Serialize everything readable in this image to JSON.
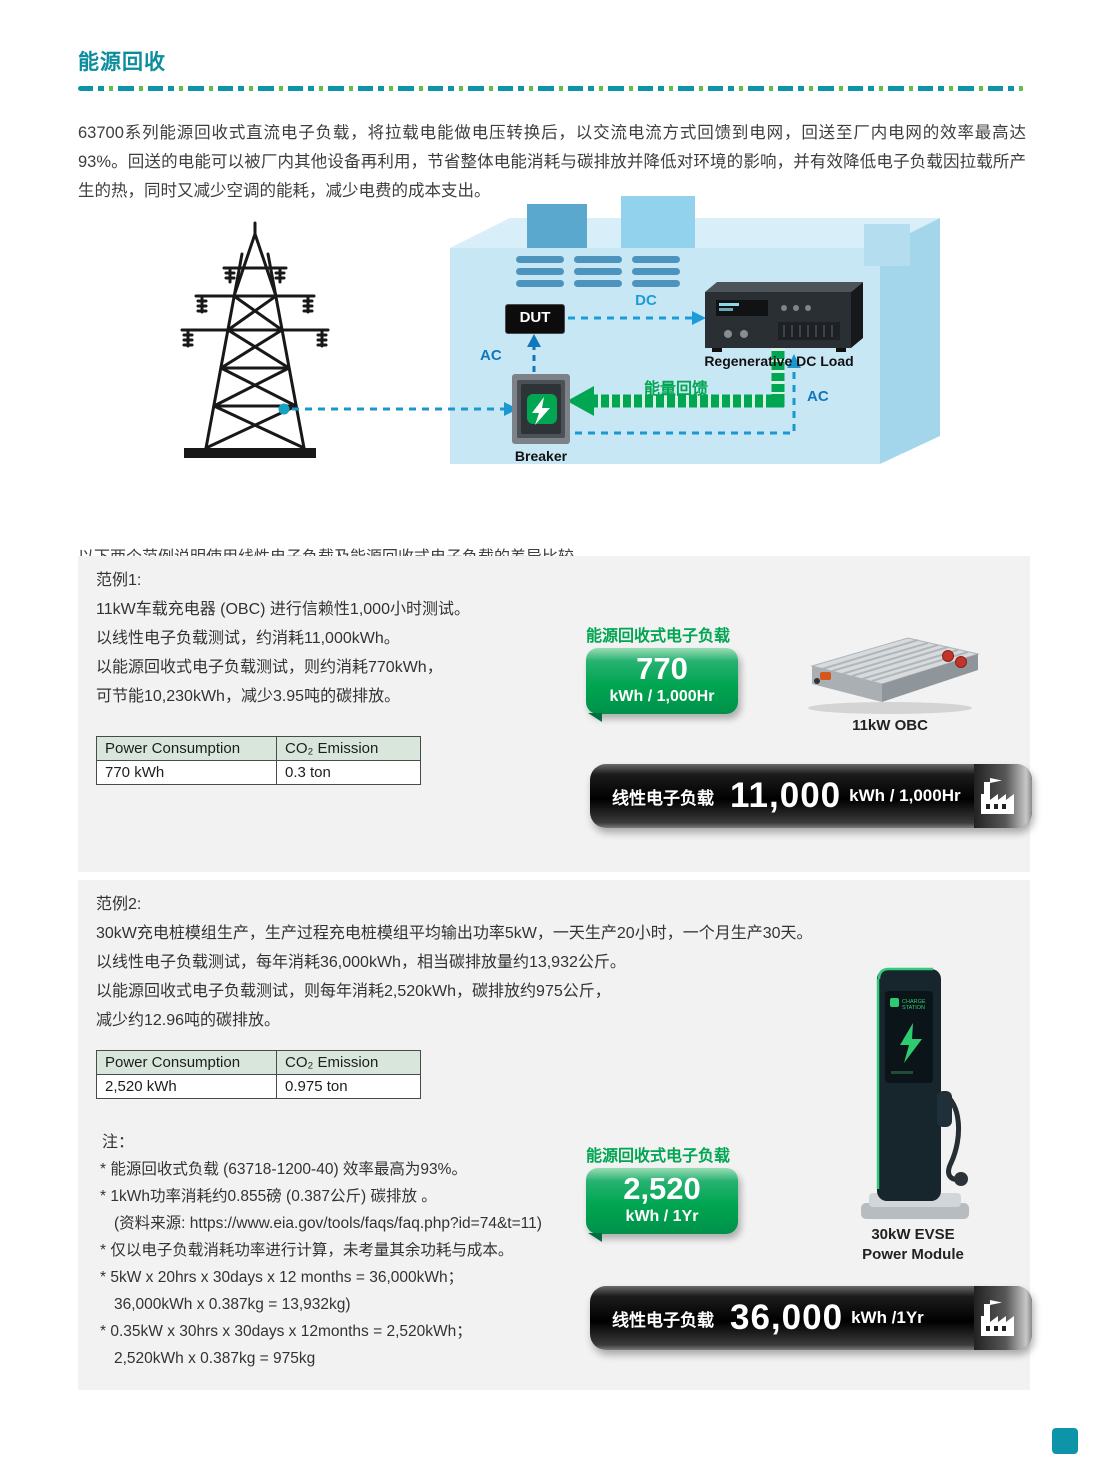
{
  "theme": {
    "accent_teal": "#0d94a8",
    "brand_green": "#00a651",
    "arrow_blue": "#1b97cf",
    "banner_black": "#000000",
    "box_gray": "#f2f2f3",
    "table_header_bg": "#d9e6dc"
  },
  "page": {
    "title": "能源回收",
    "intro": "63700系列能源回收式直流电子负载，将拉载电能做电压转换后，以交流电流方式回馈到电网，回送至厂内电网的效率最高达93%。回送的电能可以被厂内其他设备再利用，节省整体电能消耗与碳排放并降低对环境的影响，并有效降低电子负载因拉载所产生的热，同时又减少空调的能耗，减少电费的成本支出。",
    "compare_intro": "以下两个范例说明使用线性电子负载及能源回收式电子负载的差异比较。"
  },
  "diagram": {
    "dut": "DUT",
    "dc": "DC",
    "ac_left": "AC",
    "regen_caption": "Regenerative DC Load",
    "feedback": "能量回馈",
    "ac_right": "AC",
    "breaker_caption": "Breaker"
  },
  "example1": {
    "heading": "范例1:",
    "line1": "11kW车载充电器 (OBC) 进行信赖性1,000小时测试。",
    "line2": "以线性电子负载测试，约消耗11,000kWh。",
    "line3": "以能源回收式电子负载测试，则约消耗770kWh，",
    "line4": "可节能10,230kWh，减少3.95吨的碳排放。",
    "table": {
      "col1": "Power Consumption",
      "col2": "CO₂ Emission",
      "val1": "770 kWh",
      "val2": "0.3 ton"
    },
    "regen_label": "能源回收式电子负载",
    "badge_value": "770",
    "badge_unit": "kWh / 1,000Hr",
    "device_caption": "11kW OBC",
    "banner_label": "线性电子负载",
    "banner_value": "11,000",
    "banner_unit": "kWh / 1,000Hr"
  },
  "example2": {
    "heading": "范例2:",
    "line1": "30kW充电桩模组生产，生产过程充电桩模组平均输出功率5kW，一天生产20小时，一个月生产30天。",
    "line2": "以线性电子负载测试，每年消耗36,000kWh，相当碳排放量约13,932公斤。",
    "line3": "以能源回收式电子负载测试，则每年消耗2,520kWh，碳排放约975公斤，",
    "line4": "减少约12.96吨的碳排放。",
    "table": {
      "col1": "Power Consumption",
      "col2": "CO₂ Emission",
      "val1": "2,520 kWh",
      "val2": "0.975 ton"
    },
    "notes_heading": "注：",
    "note1": "* 能源回收式负载 (63718-1200-40) 效率最高为93%。",
    "note2": "* 1kWh功率消耗约0.855磅 (0.387公斤) 碳排放 。",
    "note3": "(资料来源: https://www.eia.gov/tools/faqs/faq.php?id=74&t=11)",
    "note4": "* 仅以电子负载消耗功率进行计算，未考量其余功耗与成本。",
    "note5": "* 5kW x 20hrs x 30days x 12 months = 36,000kWh；",
    "note6": "36,000kWh x 0.387kg = 13,932kg)",
    "note7": "* 0.35kW x 30hrs x 30days x 12months = 2,520kWh；",
    "note8": "2,520kWh x 0.387kg = 975kg",
    "regen_label": "能源回收式电子负载",
    "badge_value": "2,520",
    "badge_unit": "kWh / 1Yr",
    "device_screen_line1": "CHARGE",
    "device_screen_line2": "STATION",
    "device_caption_line1": "30kW EVSE",
    "device_caption_line2": "Power Module",
    "banner_label": "线性电子负载",
    "banner_value": "36,000",
    "banner_unit": "kWh /1Yr"
  }
}
